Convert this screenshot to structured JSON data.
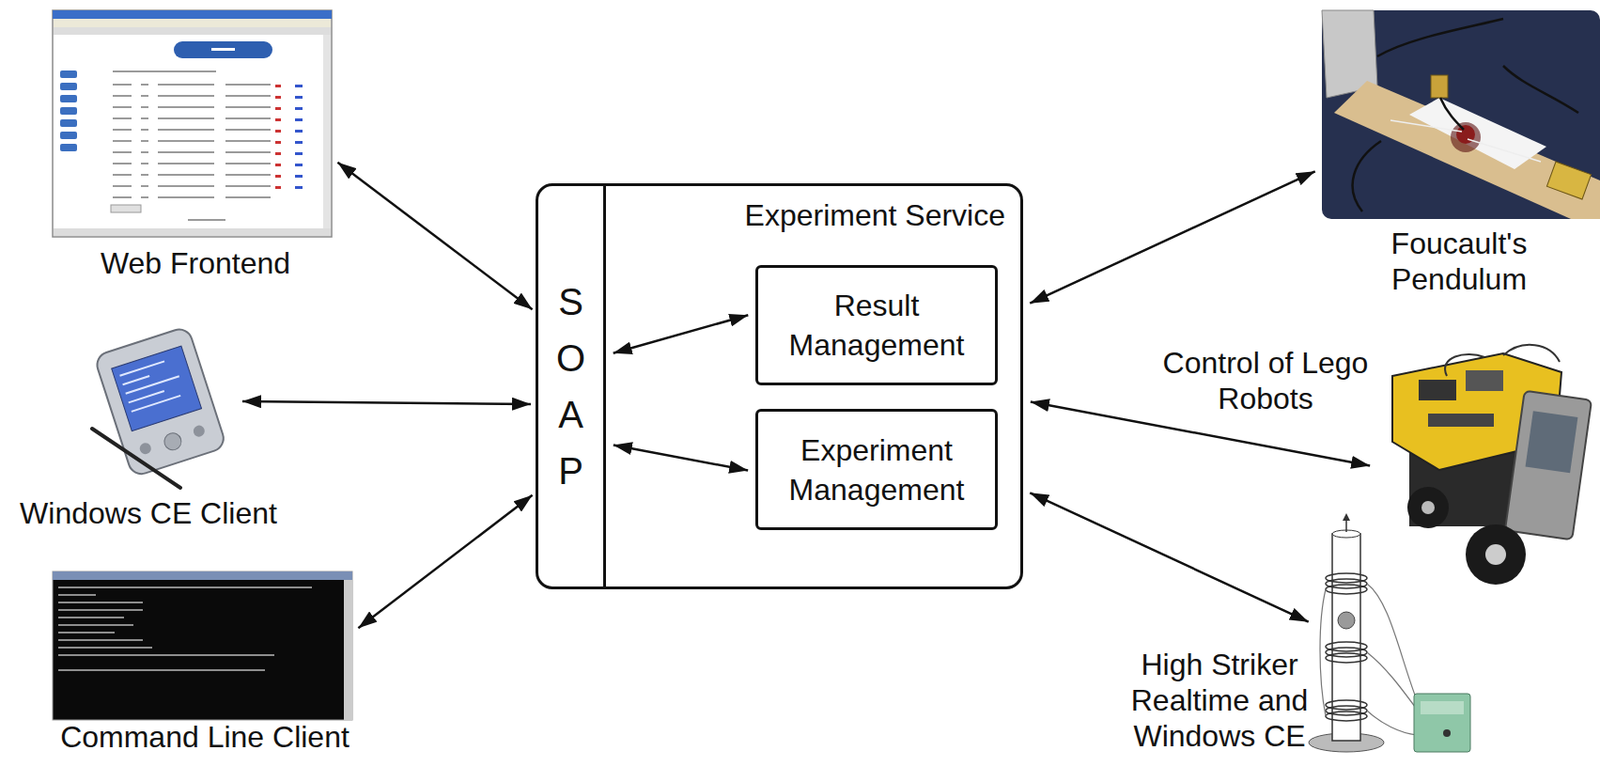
{
  "diagram": {
    "nodes": [
      {
        "text": [
          "Web Frontend"
        ]
      },
      {
        "text": [
          "Windows CE Client"
        ]
      },
      {
        "text": [
          "Command Line Client"
        ]
      },
      {
        "text": [
          "Experiment Service"
        ]
      },
      {
        "text": [
          "SOAP"
        ],
        "in": 3
      },
      {
        "text": [
          "Result Management"
        ],
        "in": 3
      },
      {
        "text": [
          "Experiment Management"
        ],
        "in": 3
      },
      {
        "text": [
          "Foucault's Pendulum"
        ]
      },
      {
        "text": [
          "Control of Lego Robots"
        ]
      },
      {
        "text": [
          "High Striker Realtime and Windows CE"
        ]
      }
    ],
    "edges": [
      {
        "from": 0,
        "to": 4,
        "arrow": "both"
      },
      {
        "from": 1,
        "to": 4,
        "arrow": "both"
      },
      {
        "from": 2,
        "to": 4,
        "arrow": "both"
      },
      {
        "from": 4,
        "to": 5,
        "arrow": "both"
      },
      {
        "from": 4,
        "to": 6,
        "arrow": "both"
      },
      {
        "from": 3,
        "to": 7,
        "arrow": "both"
      },
      {
        "from": 3,
        "to": 8,
        "arrow": "both"
      },
      {
        "from": 3,
        "to": 9,
        "arrow": "both"
      }
    ]
  }
}
